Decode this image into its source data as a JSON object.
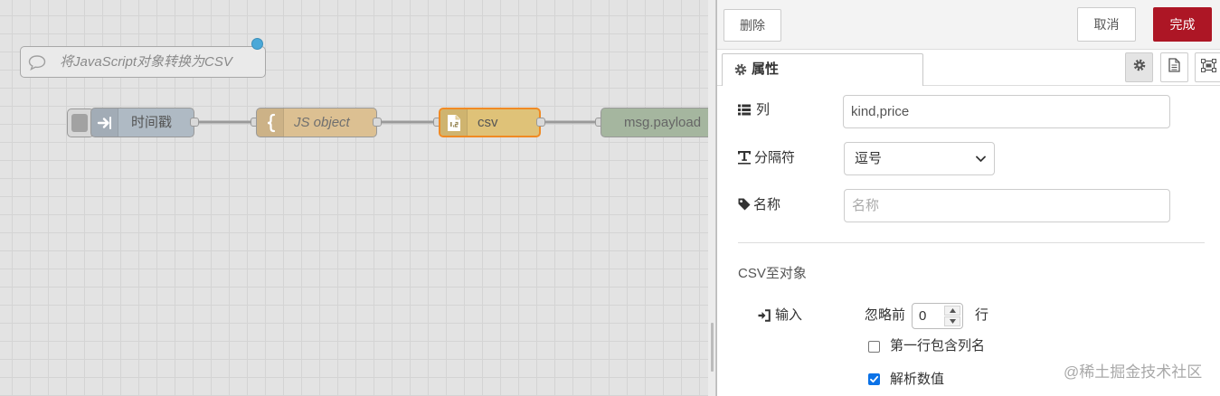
{
  "canvas": {
    "comment": {
      "text": "将JavaScript对象转换为CSV",
      "icon": "comment-icon"
    },
    "nodes": [
      {
        "label": "时间戳",
        "icon": "inject-arrow-icon"
      },
      {
        "label": "JS object",
        "icon": "template-brace-icon"
      },
      {
        "label": "csv",
        "icon": "csv-file-icon"
      },
      {
        "label": "msg.payload"
      }
    ]
  },
  "tray": {
    "buttons": {
      "delete": "删除",
      "cancel": "取消",
      "done": "完成"
    },
    "tab": {
      "label": "属性",
      "icon": "gear-icon"
    },
    "tab_buttons": [
      "gear-icon",
      "document-icon",
      "frame-icon"
    ],
    "form": {
      "columns": {
        "label": "列",
        "icon": "list-icon",
        "value": "kind,price"
      },
      "separator": {
        "label": "分隔符",
        "icon": "text-width-icon",
        "value": "逗号"
      },
      "name": {
        "label": "名称",
        "icon": "tag-icon",
        "placeholder": "名称",
        "value": ""
      },
      "section_title": "CSV至对象",
      "input": {
        "label": "输入",
        "icon": "sign-in-icon",
        "skip_prefix": "忽略前",
        "skip_value": "0",
        "skip_suffix": "行"
      },
      "first_row_headers": {
        "label": "第一行包含列名",
        "checked": false
      },
      "parse_numbers": {
        "label": "解析数值",
        "checked": true
      }
    }
  },
  "watermark": "@稀土掘金技术社区",
  "colors": {
    "primary_button": "#ad1625",
    "selected_node_border": "#f08a24",
    "checkbox_checked": "#0b72e7",
    "changed_indicator": "#4aa8d8"
  }
}
